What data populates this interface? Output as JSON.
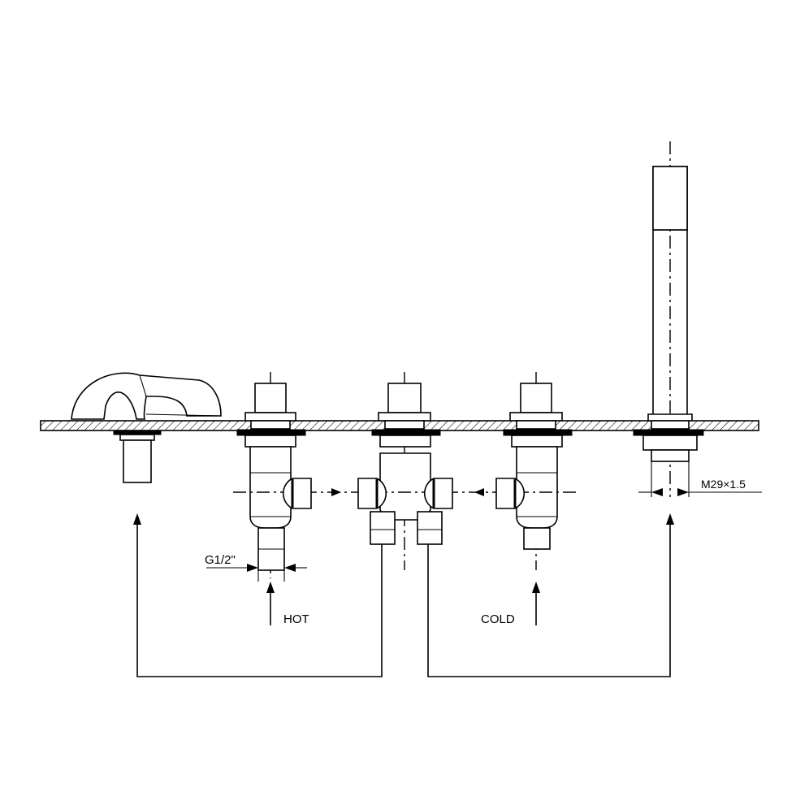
{
  "labels": {
    "inlet_size": "G1/2\"",
    "hot": "HOT",
    "cold": "COLD",
    "thread": "M29×1.5"
  }
}
